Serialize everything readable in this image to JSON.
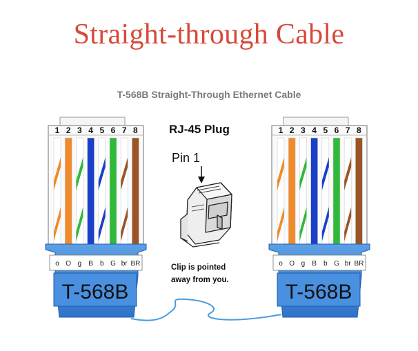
{
  "title": "Straight-through Cable",
  "subtitle": "T-568B Straight-Through Ethernet Cable",
  "plug": {
    "heading": "RJ-45 Plug",
    "pin_label": "Pin 1",
    "note_line1": "Clip is pointed",
    "note_line2": "away from you."
  },
  "pin_numbers": [
    "1",
    "2",
    "3",
    "4",
    "5",
    "6",
    "7",
    "8"
  ],
  "wire_codes": [
    "o",
    "O",
    "g",
    "B",
    "b",
    "G",
    "br",
    "BR"
  ],
  "standard_label": "T-568B",
  "wires": [
    {
      "code": "o",
      "color": "#f08a2a",
      "striped": true
    },
    {
      "code": "O",
      "color": "#f08a2a",
      "striped": false
    },
    {
      "code": "g",
      "color": "#2fb93a",
      "striped": true
    },
    {
      "code": "B",
      "color": "#1a3fc9",
      "striped": false
    },
    {
      "code": "b",
      "color": "#1a3fc9",
      "striped": true
    },
    {
      "code": "G",
      "color": "#2fb93a",
      "striped": false
    },
    {
      "code": "br",
      "color": "#9b5426",
      "striped": true
    },
    {
      "code": "BR",
      "color": "#9b5426",
      "striped": false
    }
  ],
  "colors": {
    "title": "#d64a3a",
    "boot": "#3e86d8",
    "cable": "#4a9ae0"
  }
}
